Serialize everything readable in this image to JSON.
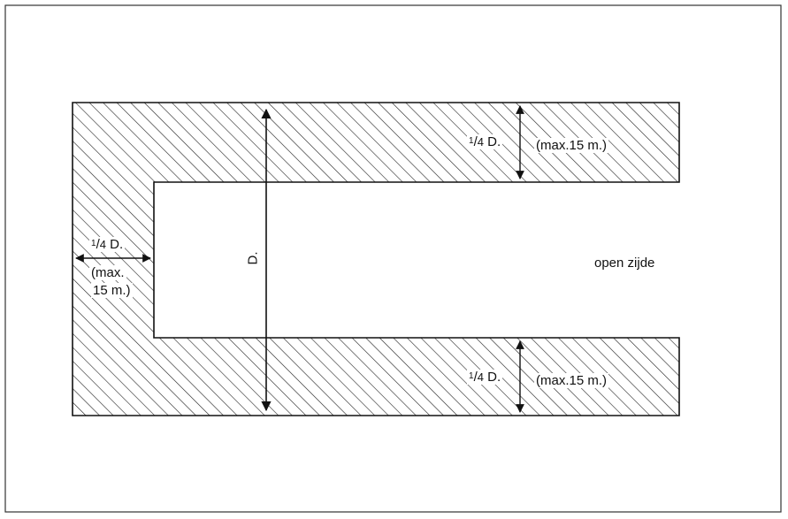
{
  "colors": {
    "stroke": "#111111",
    "hatch": "#222222",
    "frame": "#333333",
    "background": "#ffffff"
  },
  "labels": {
    "depth": "D.",
    "fraction_num": "1",
    "fraction_den": "4",
    "top_quarter": "D.",
    "top_max": "(max.15 m.)",
    "bottom_quarter": "D.",
    "bottom_max": "(max.15 m.)",
    "left_quarter": "D.",
    "left_max_line1": "(max.",
    "left_max_line2": "15 m.)",
    "open_side": "open zijde"
  }
}
